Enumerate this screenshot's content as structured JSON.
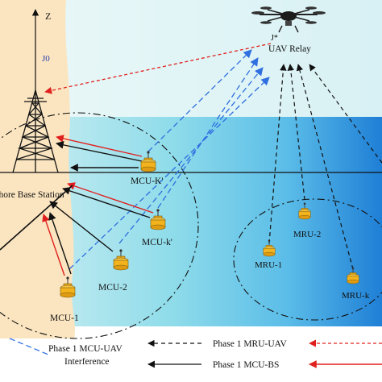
{
  "labels": {
    "axis_z": "Z",
    "j0": "J0",
    "jstar": "J*",
    "uav_relay": "UAV Relay",
    "base_station": "shore Base Station"
  },
  "mcu_nodes": [
    {
      "id": "mcu-K",
      "label": "MCU-K'"
    },
    {
      "id": "mcu-k",
      "label": "MCU-k'"
    },
    {
      "id": "mcu-2",
      "label": "MCU-2"
    },
    {
      "id": "mcu-1",
      "label": "MCU-1"
    }
  ],
  "mru_nodes": [
    {
      "id": "mru-1",
      "label": "MRU-1"
    },
    {
      "id": "mru-2",
      "label": "MRU-2"
    },
    {
      "id": "mru-k",
      "label": "MRU-k"
    }
  ],
  "legend": {
    "mcu_uav": "Phase 1 MCU-UAV",
    "interference": "Interference",
    "mru_uav": "Phase 1 MRU-UAV",
    "mcu_bs": "Phase 1 MCU-BS"
  },
  "colors": {
    "sea_light": "#c9ecf1",
    "sea_mid": "#7fd3e6",
    "sea_deep": "#2f8bd8",
    "shore": "#fbe7c6",
    "red_arrow": "#e0201e",
    "blue_dash": "#2f6fe0",
    "node_body": "#f2b31c"
  }
}
